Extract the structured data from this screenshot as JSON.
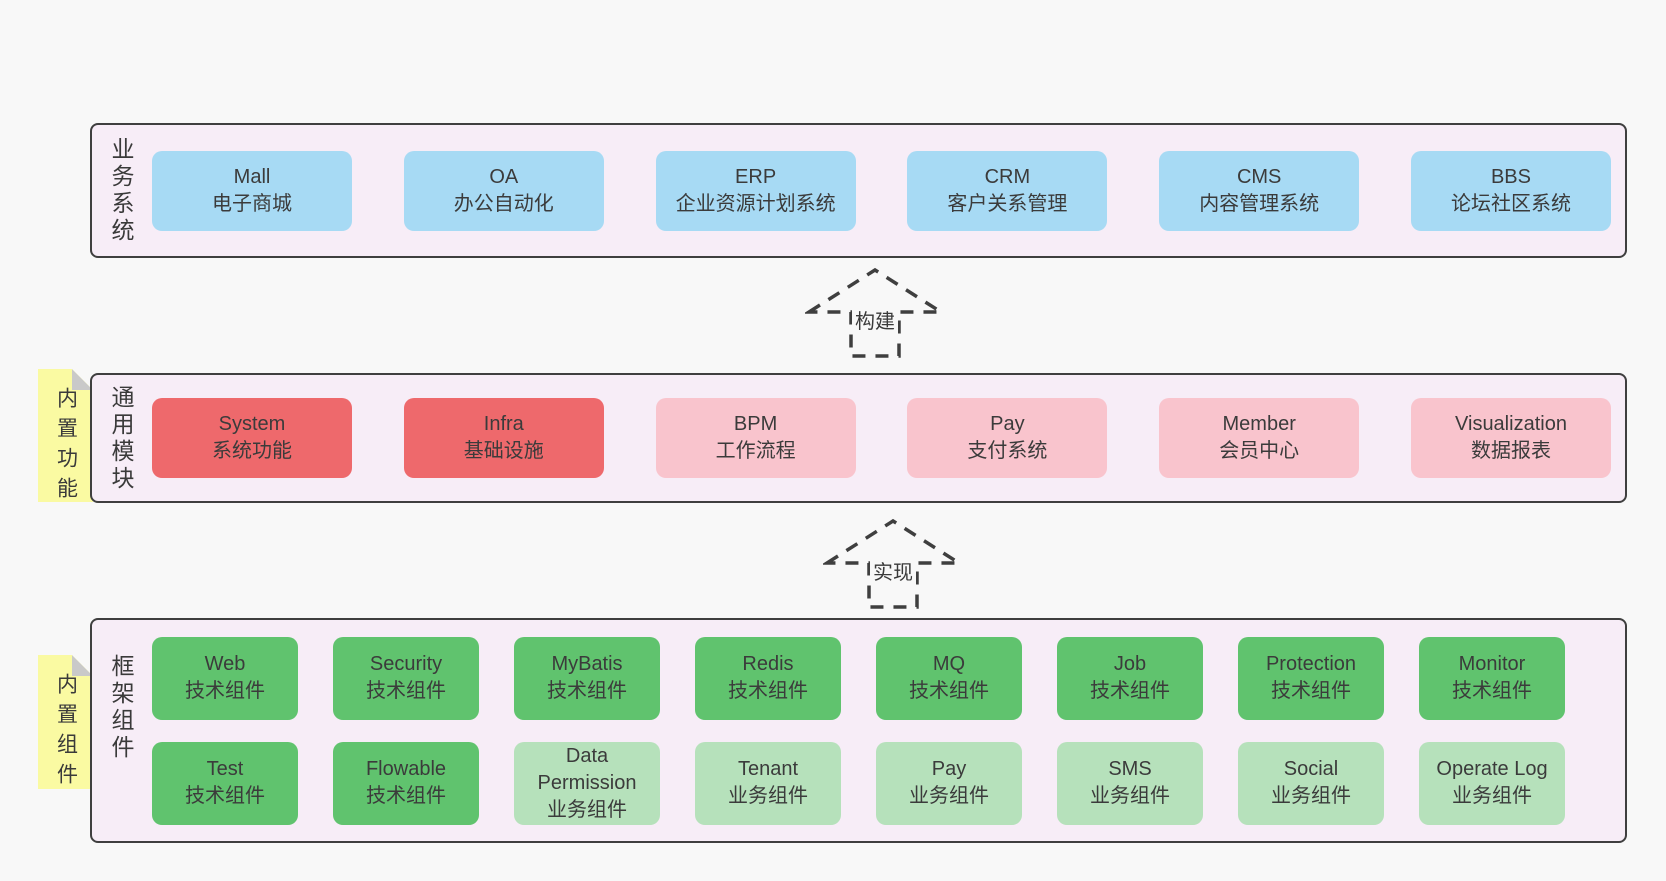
{
  "colors": {
    "page_background": "#f8f8f8",
    "container_background": "#f7edf7",
    "container_border": "#3f3f3f",
    "box_blue": "#a7daf4",
    "box_red": "#ee696c",
    "box_pink": "#f9c4cd",
    "box_green": "#60c36e",
    "box_green_light": "#b6e1bb",
    "note_yellow": "#fafaa2",
    "note_fold_gray": "#c9c9c9",
    "text": "#3a3a3a"
  },
  "arrows": [
    {
      "label": "构建"
    },
    {
      "label": "实现"
    }
  ],
  "notes": [
    {
      "label": "内置功能"
    },
    {
      "label": "内置组件"
    }
  ],
  "layers": {
    "business": {
      "label": "业务系统",
      "rows": [
        [
          {
            "name": "Mall",
            "subtitle": "电子商城",
            "variant": "blue"
          },
          {
            "name": "OA",
            "subtitle": "办公自动化",
            "variant": "blue"
          },
          {
            "name": "ERP",
            "subtitle": "企业资源计划系统",
            "variant": "blue"
          },
          {
            "name": "CRM",
            "subtitle": "客户关系管理",
            "variant": "blue"
          },
          {
            "name": "CMS",
            "subtitle": "内容管理系统",
            "variant": "blue"
          },
          {
            "name": "BBS",
            "subtitle": "论坛社区系统",
            "variant": "blue"
          }
        ]
      ]
    },
    "modules": {
      "label": "通用模块",
      "rows": [
        [
          {
            "name": "System",
            "subtitle": "系统功能",
            "variant": "red"
          },
          {
            "name": "Infra",
            "subtitle": "基础设施",
            "variant": "red"
          },
          {
            "name": "BPM",
            "subtitle": "工作流程",
            "variant": "pink"
          },
          {
            "name": "Pay",
            "subtitle": "支付系统",
            "variant": "pink"
          },
          {
            "name": "Member",
            "subtitle": "会员中心",
            "variant": "pink"
          },
          {
            "name": "Visualization",
            "subtitle": "数据报表",
            "variant": "pink"
          }
        ]
      ]
    },
    "components": {
      "label": "框架组件",
      "rows": [
        [
          {
            "name": "Web",
            "subtitle": "技术组件",
            "variant": "green"
          },
          {
            "name": "Security",
            "subtitle": "技术组件",
            "variant": "green"
          },
          {
            "name": "MyBatis",
            "subtitle": "技术组件",
            "variant": "green"
          },
          {
            "name": "Redis",
            "subtitle": "技术组件",
            "variant": "green"
          },
          {
            "name": "MQ",
            "subtitle": "技术组件",
            "variant": "green"
          },
          {
            "name": "Job",
            "subtitle": "技术组件",
            "variant": "green"
          },
          {
            "name": "Protection",
            "subtitle": "技术组件",
            "variant": "green"
          },
          {
            "name": "Monitor",
            "subtitle": "技术组件",
            "variant": "green"
          }
        ],
        [
          {
            "name": "Test",
            "subtitle": "技术组件",
            "variant": "green"
          },
          {
            "name": "Flowable",
            "subtitle": "技术组件",
            "variant": "green"
          },
          {
            "name": "Data Permission",
            "subtitle": "业务组件",
            "variant": "green-light"
          },
          {
            "name": "Tenant",
            "subtitle": "业务组件",
            "variant": "green-light"
          },
          {
            "name": "Pay",
            "subtitle": "业务组件",
            "variant": "green-light"
          },
          {
            "name": "SMS",
            "subtitle": "业务组件",
            "variant": "green-light"
          },
          {
            "name": "Social",
            "subtitle": "业务组件",
            "variant": "green-light"
          },
          {
            "name": "Operate Log",
            "subtitle": "业务组件",
            "variant": "green-light"
          }
        ]
      ]
    }
  }
}
